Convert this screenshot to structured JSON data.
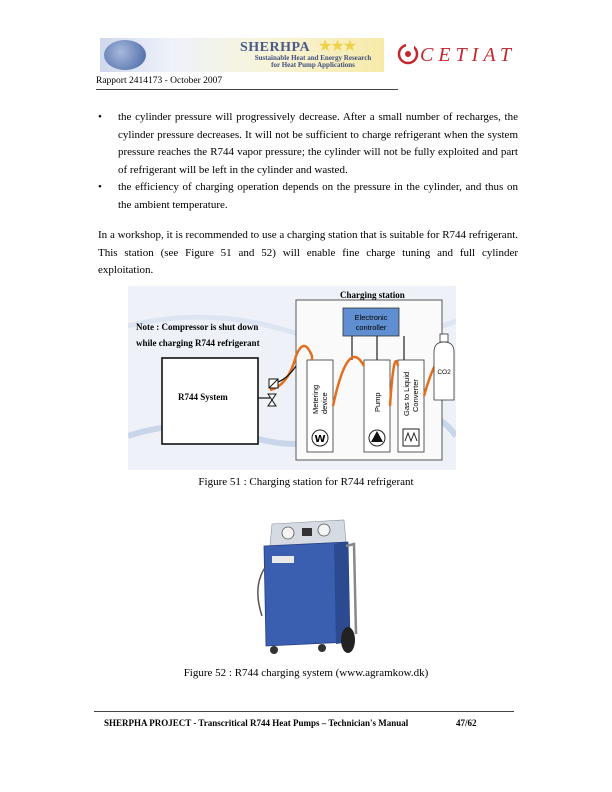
{
  "header": {
    "sherpha_title": "SHERHPA",
    "sherpha_subtitle_1": "Sustainable Heat and Energy Research",
    "sherpha_subtitle_2": "for Heat Pump Applications",
    "cetiat_logo": "CETIAT",
    "report_ref": "Rapport 2414173 - October 2007"
  },
  "body": {
    "bullets": [
      "the cylinder pressure will progressively decrease. After a small number of recharges, the cylinder pressure decreases. It will not be sufficient to charge refrigerant when the system pressure reaches the R744 vapor pressure; the cylinder will not be fully exploited and part of refrigerant will be left in the cylinder and wasted.",
      "the efficiency of charging operation depends on the pressure in the cylinder, and thus on the ambient temperature."
    ],
    "paragraph": "In a workshop, it is recommended to use a charging station that is suitable for R744 refrigerant. This station (see Figure 51 and 52) will enable fine charge tuning and full cylinder exploitation."
  },
  "figure51": {
    "station_label": "Charging station",
    "controller_label_1": "Electronic",
    "controller_label_2": "controller",
    "note_1": "Note : Compressor is shut down",
    "note_2": "while charging R744 refrigerant",
    "system_label": "R744 System",
    "metering_1": "Metering",
    "metering_2": "device",
    "pump": "Pump",
    "converter_1": "Gas to Liquid",
    "converter_2": "Converter",
    "cylinder_label": "CO2",
    "caption": "Figure 51 : Charging station for R744 refrigerant"
  },
  "figure52": {
    "caption": "Figure 52 : R744 charging system (www.agramkow.dk)"
  },
  "footer": {
    "left": "SHERPHA PROJECT - Transcritical R744 Heat Pumps – Technician's Manual",
    "page": "47/62"
  },
  "colors": {
    "blue_machine": "#3a5fb0",
    "controller_fill": "#5f8fd0",
    "pipe_orange": "#e36f1e",
    "cetiat_red": "#c3282e"
  }
}
